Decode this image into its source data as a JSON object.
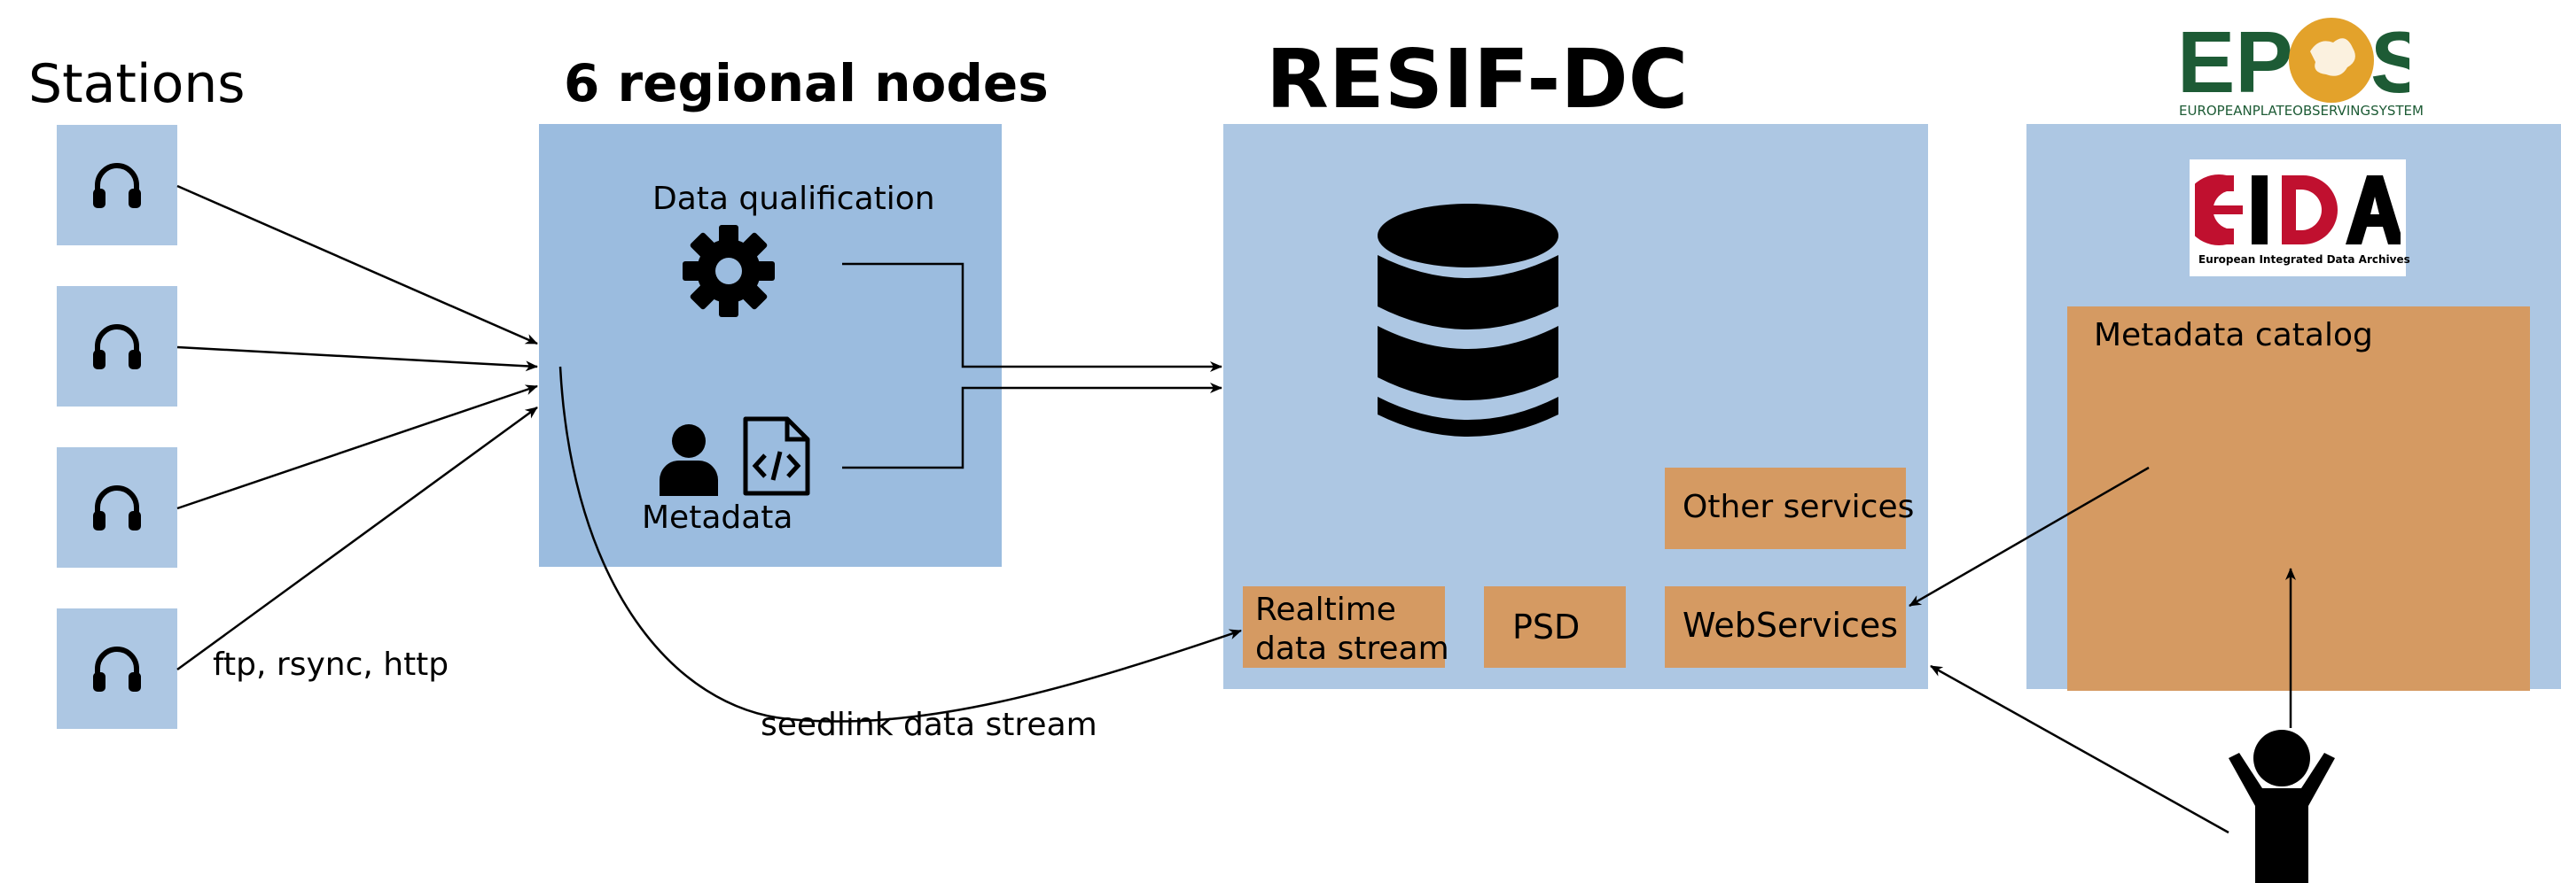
{
  "titles": {
    "stations": "Stations",
    "regional_nodes": "6 regional nodes",
    "resif": "RESIF-DC"
  },
  "nodes_box": {
    "qualification": "Data qualification",
    "metadata": "Metadata"
  },
  "links": {
    "protocols": "ftp, rsync, http",
    "seedlink": "seedlink data stream"
  },
  "resif_box": {
    "realtime_line1": "Realtime",
    "realtime_line2": "data stream",
    "psd": "PSD",
    "webservices": "WebServices",
    "other_services": "Other services"
  },
  "epos": {
    "logo_text": "EPOS",
    "tagline": "EUROPEANPLATEOBSERVINGSYSTEM",
    "eida_logo": "EIDA",
    "eida_tagline": "European Integrated Data Archives",
    "metadata_catalog": "Metadata catalog"
  },
  "colors": {
    "station_fill": "#adc7e3",
    "nodes_fill": "#9bbcdf",
    "resif_fill": "#adc7e3",
    "service_fill": "#d59a62",
    "epos_green": "#1d5b35",
    "epos_orange": "#e3a22b",
    "eida_red": "#c0102f"
  },
  "icons": [
    "headphones-icon",
    "gear-icon",
    "user-icon",
    "code-file-icon",
    "database-icon",
    "person-icon"
  ]
}
